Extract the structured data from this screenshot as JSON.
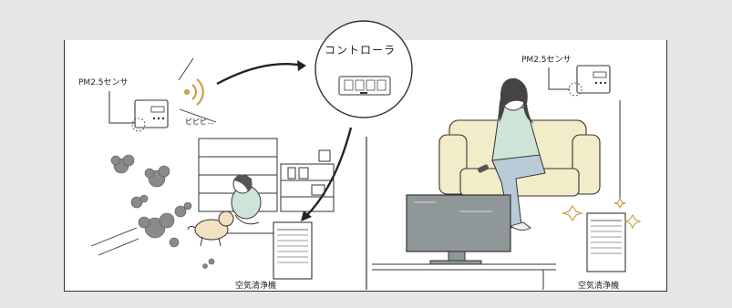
{
  "left_scene": {
    "sensor_label": "PM2.5センサ",
    "beep_text": "ピピピ…",
    "purifier_label": "空気清浄機"
  },
  "controller_bubble": {
    "title": "コントローラ"
  },
  "right_scene": {
    "sensor_label": "PM2.5センサ",
    "purifier_label": "空気清浄機"
  },
  "colors": {
    "background": "#e6e6e6",
    "canvas": "#ffffff",
    "line": "#333333",
    "sofa": "#f3ecc9",
    "sweater": "#cfe4d8",
    "pants": "#b9cbd6",
    "tv": "#8f9799",
    "smoke": "#8a8a8a",
    "signal": "#c9a24a",
    "sparkle": "#c9a24a"
  }
}
